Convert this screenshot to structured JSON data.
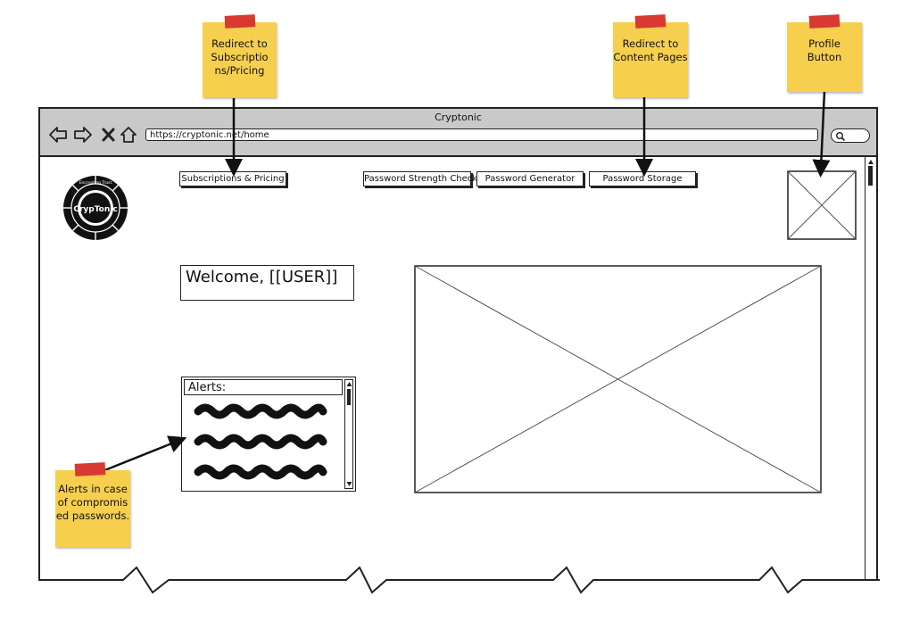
{
  "window": {
    "title": "Cryptonic",
    "url": "https://cryptonic.net/home"
  },
  "logo": {
    "text": "CrypTonic",
    "ring_text": "Encrypting Trust"
  },
  "nav": {
    "subscriptions": "Subscriptions & Pricing",
    "strength_check": "Password Strength Check",
    "generator": "Password Generator",
    "storage": "Password Storage"
  },
  "main": {
    "welcome": "Welcome, [[USER]]",
    "alerts_header": "Alerts:"
  },
  "notes": {
    "subscriptions": "Redirect to Subscriptio ns/Pricing",
    "content": "Redirect to Content Pages",
    "profile": "Profile Button",
    "alerts": "Alerts in case of compromis ed passwords."
  },
  "colors": {
    "note": "#f6cf4e",
    "tape": "#d83a32",
    "chrome": "#c9c9c9"
  }
}
